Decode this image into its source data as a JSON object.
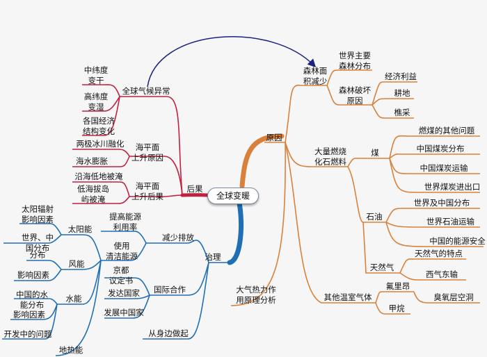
{
  "center": "全球变暖",
  "branches": {
    "cause": {
      "label": "原因",
      "forest": {
        "label": "森林面\n积减少",
        "world_dist": "世界主要\n森林分布",
        "damage": "森林破坏\n原因",
        "econ": "经济利益",
        "farmland": "耕地",
        "logging": "樵采"
      },
      "fossil": {
        "label": "大量燃烧\n化石燃料",
        "coal": "煤",
        "coal_other": "燃煤的其他问题",
        "coal_dist": "中国煤炭分布",
        "coal_transport": "中国煤炭运输",
        "coal_trade": "世界煤炭进出口",
        "oil": "石油",
        "oil_dist": "世界及中国分布",
        "oil_transport": "世界石油运输",
        "energy_security": "中国的能源安全",
        "gas": "天然气",
        "gas_feature": "天然气的特点",
        "gas_pipeline": "西气东输"
      },
      "other_gas": {
        "label": "其他温室气体",
        "freon": "氟里昂",
        "ozone": "臭氧层空洞",
        "methane": "甲烷"
      },
      "atmo": "大气热力作\n用原理分析"
    },
    "result": {
      "label": "后果",
      "climate": {
        "label": "全球气候异常",
        "mid": "中纬度\n变干",
        "high": "高纬度\n变湿",
        "econ": "各国经济\n结构变化"
      },
      "sea_cause": {
        "label": "海平面\n上升原因",
        "ice": "两极冰川融化",
        "expand": "海水膨胀"
      },
      "sea_effect": {
        "label": "海平面\n上升后果",
        "coast": "沿海低地被淹",
        "island": "低海拔岛\n屿被淹"
      }
    },
    "govern": {
      "label": "治理",
      "reduce": {
        "label": "减少排放",
        "efficiency": "提高能源\n利用率",
        "clean": "使用\n清洁能源"
      },
      "solar": {
        "label": "太阳能",
        "radiation": "太阳辐射\n影响因素",
        "world_cn": "世界、中\n国分布"
      },
      "wind": {
        "label": "风能",
        "dist": "分布",
        "factor": "影响因素"
      },
      "hydro": {
        "label": "水能",
        "cn_dist": "中国的水\n能分布",
        "factor": "影响因素",
        "problem": "开发中的问题"
      },
      "geo": "地热能",
      "intl": {
        "label": "国际合作",
        "kyoto": "京都\n议定书",
        "developed": "发达国家",
        "developing": "发展中国家"
      },
      "self": "从身边做起"
    }
  },
  "colors": {
    "cause": "#d9813a",
    "result": "#c0213f",
    "govern": "#1f6fb5",
    "arrow": "#1a237e"
  }
}
